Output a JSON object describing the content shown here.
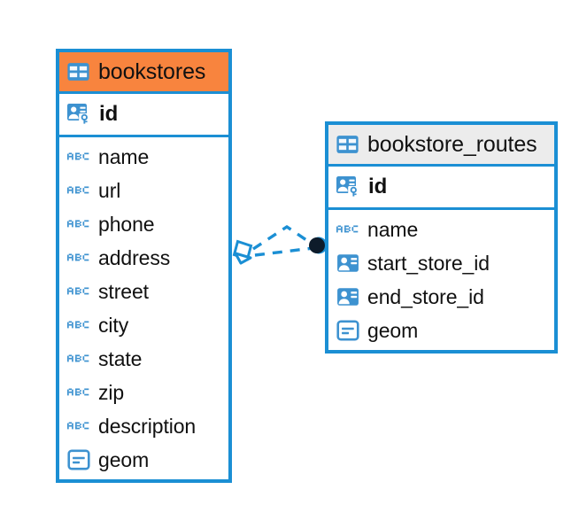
{
  "diagram": {
    "type": "entity-relationship-diagram",
    "background": "#ffffff",
    "border_color": "#1b8fd4",
    "accent_header_color": "#f8843e",
    "plain_header_color": "#ececec",
    "icon_color": "#3d92d0",
    "text_color": "#111111",
    "connector_color": "#1b8fd4",
    "connector_endpoint_color": "#0d1b2a"
  },
  "entities": [
    {
      "name": "bookstores",
      "header_style": "accent",
      "table_icon": "table-icon",
      "primary_key": {
        "label": "id",
        "icon": "primary-key-icon",
        "type": "key"
      },
      "fields": [
        {
          "label": "name",
          "icon": "text-field-icon",
          "type": "abc"
        },
        {
          "label": "url",
          "icon": "text-field-icon",
          "type": "abc"
        },
        {
          "label": "phone",
          "icon": "text-field-icon",
          "type": "abc"
        },
        {
          "label": "address",
          "icon": "text-field-icon",
          "type": "abc"
        },
        {
          "label": "street",
          "icon": "text-field-icon",
          "type": "abc"
        },
        {
          "label": "city",
          "icon": "text-field-icon",
          "type": "abc"
        },
        {
          "label": "state",
          "icon": "text-field-icon",
          "type": "abc"
        },
        {
          "label": "zip",
          "icon": "text-field-icon",
          "type": "abc"
        },
        {
          "label": "description",
          "icon": "text-field-icon",
          "type": "abc"
        },
        {
          "label": "geom",
          "icon": "geometry-field-icon",
          "type": "geom"
        }
      ]
    },
    {
      "name": "bookstore_routes",
      "header_style": "plain",
      "table_icon": "table-icon",
      "primary_key": {
        "label": "id",
        "icon": "primary-key-icon",
        "type": "key"
      },
      "fields": [
        {
          "label": "name",
          "icon": "text-field-icon",
          "type": "abc"
        },
        {
          "label": "start_store_id",
          "icon": "foreign-key-icon",
          "type": "fk"
        },
        {
          "label": "end_store_id",
          "icon": "foreign-key-icon",
          "type": "fk"
        },
        {
          "label": "geom",
          "icon": "geometry-field-icon",
          "type": "geom"
        }
      ]
    }
  ],
  "relationship": {
    "from_entity": "bookstores",
    "to_entity": "bookstore_routes",
    "line_style": "dashed",
    "source_marker": "diamond-marker",
    "target_marker": "filled-circle-marker",
    "link_count": 2
  },
  "abc_icon_text": "ABC"
}
